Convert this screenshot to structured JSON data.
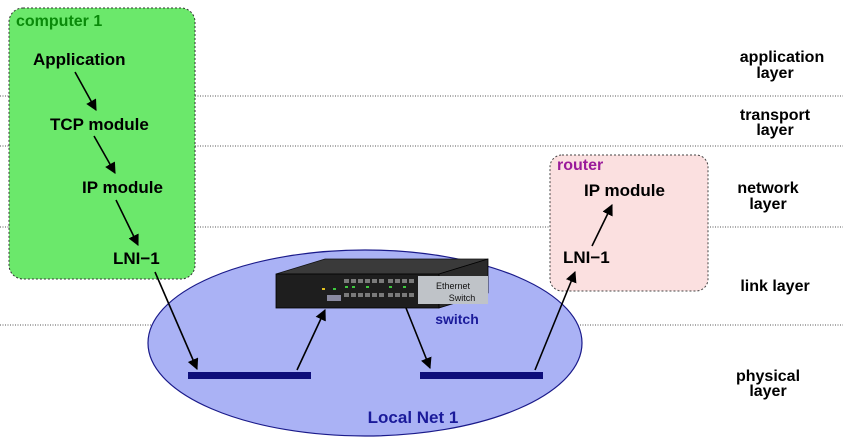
{
  "layers": [
    {
      "line1": "application",
      "line2": "layer"
    },
    {
      "line1": "transport",
      "line2": "layer"
    },
    {
      "line1": "network",
      "line2": "layer"
    },
    {
      "line1": "link layer",
      "line2": ""
    },
    {
      "line1": "physical",
      "line2": "layer"
    }
  ],
  "computer": {
    "title": "computer 1",
    "application": "Application",
    "tcp": "TCP module",
    "ip": "IP module",
    "lni": "LNI−1"
  },
  "router": {
    "title": "router",
    "ip": "IP module",
    "lni": "LNI−1"
  },
  "switch": {
    "label": "switch",
    "device_line1": "Ethernet",
    "device_line2": "Switch"
  },
  "network": {
    "label": "Local Net 1"
  },
  "colors": {
    "computer_fill": "#6be86b",
    "computer_title": "#0a8a0a",
    "router_fill": "#fbe0e0",
    "router_title": "#9a1a9a",
    "net_fill": "#aab2f5",
    "net_label": "#1a1a9a",
    "wire": "#0d0d7a"
  }
}
